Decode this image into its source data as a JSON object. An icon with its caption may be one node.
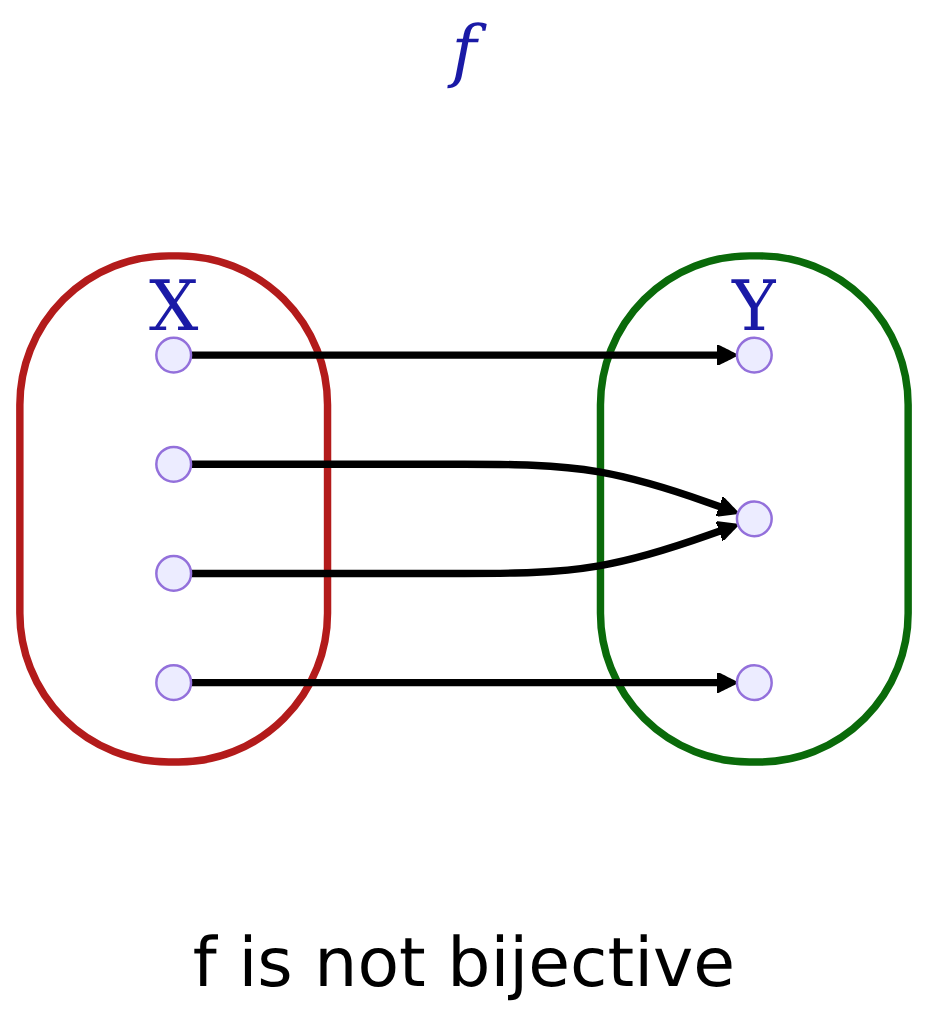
{
  "diagram": {
    "caption": "f is not bijective",
    "nodes": [
      {
        "text": [
          "X"
        ]
      },
      {
        "text": [],
        "shape": "circle",
        "in": 0
      },
      {
        "text": [],
        "shape": "circle",
        "in": 0
      },
      {
        "text": [],
        "shape": "circle",
        "in": 0
      },
      {
        "text": [],
        "shape": "circle",
        "in": 0
      },
      {
        "text": [
          "Y"
        ]
      },
      {
        "text": [],
        "shape": "circle",
        "in": 5
      },
      {
        "text": [],
        "shape": "circle",
        "in": 5
      },
      {
        "text": [],
        "shape": "circle",
        "in": 5
      }
    ],
    "edges": [
      {
        "from": 1,
        "to": 6,
        "arrow": "to"
      },
      {
        "from": 2,
        "to": 7,
        "arrow": "to"
      },
      {
        "from": 3,
        "to": 7,
        "arrow": "to"
      },
      {
        "from": 4,
        "to": 8,
        "arrow": "to"
      }
    ],
    "labels": [
      "f"
    ]
  }
}
